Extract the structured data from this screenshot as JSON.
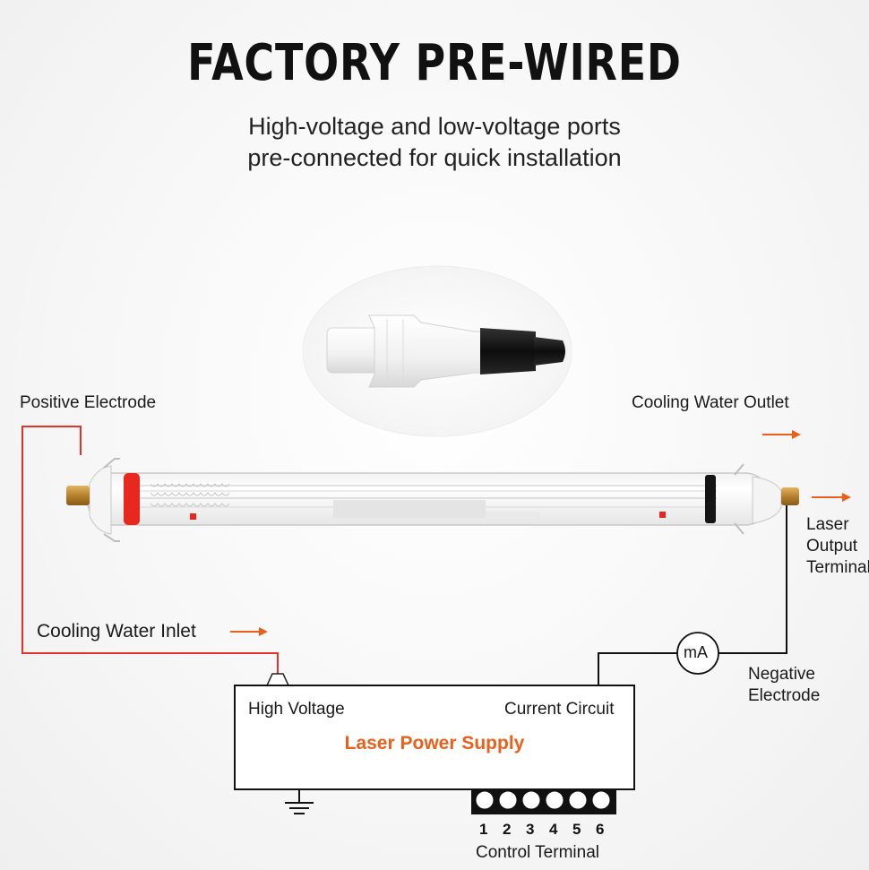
{
  "header": {
    "title": "FACTORY PRE-WIRED",
    "subtitle_line1": "High-voltage and low-voltage ports",
    "subtitle_line2": "pre-connected for quick installation"
  },
  "labels": {
    "positive_electrode": "Positive Electrode",
    "cooling_water_outlet": "Cooling Water Outlet",
    "laser_output_1": "Laser",
    "laser_output_2": "Output",
    "laser_output_3": "Terminal",
    "cooling_water_inlet": "Cooling Water Inlet",
    "negative_electrode_1": "Negative",
    "negative_electrode_2": "Electrode",
    "milliammeter": "mA"
  },
  "power_supply": {
    "title": "Laser Power Supply",
    "high_voltage": "High Voltage",
    "current_circuit": "Current Circuit",
    "control_terminal": "Control Terminal",
    "terminals": [
      "1",
      "2",
      "3",
      "4",
      "5",
      "6"
    ]
  },
  "colors": {
    "accent_orange": "#e8601c",
    "wire_red": "#e0342a",
    "wire_black": "#111111",
    "tube_band_red": "#e8281f"
  }
}
